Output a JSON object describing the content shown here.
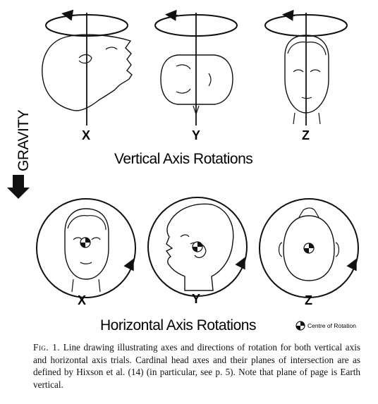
{
  "vertical": {
    "title": "Vertical Axis Rotations",
    "labels": [
      "X",
      "Y",
      "Z"
    ]
  },
  "horizontal": {
    "title": "Horizontal Axis Rotations",
    "labels": [
      "X",
      "Y",
      "Z"
    ]
  },
  "gravity_label": "GRAVITY",
  "legend": {
    "label": "Centre of Rotation"
  },
  "caption": {
    "lead": "Fig. 1.",
    "text": "Line drawing illustrating axes and directions of rotation for both vertical axis and horizontal axis trials. Cardinal head axes and their planes of intersection are as defined by Hixson et al. (14) (in particular, see p. 5). Note that plane of page is Earth vertical."
  }
}
